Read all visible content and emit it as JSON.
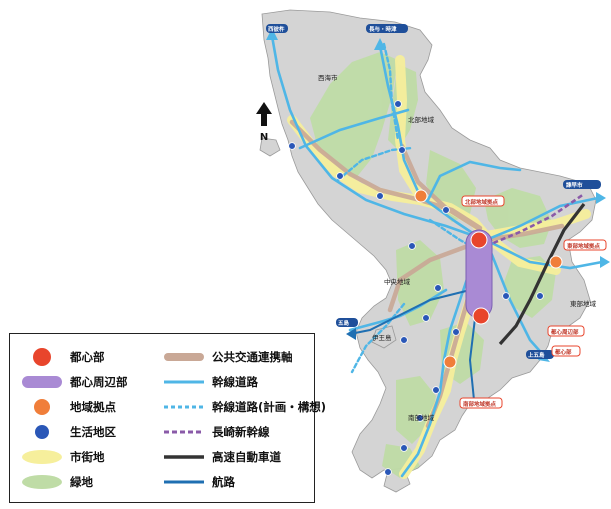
{
  "legend": {
    "items": [
      {
        "key": "toshinbu",
        "label": "都心部",
        "color": "#e8452c"
      },
      {
        "key": "shuhenbu",
        "label": "都心周辺部",
        "color": "#a98ad4"
      },
      {
        "key": "chiikikyoten",
        "label": "地域拠点",
        "color": "#f07e3a"
      },
      {
        "key": "seikatsu",
        "label": "生活地区",
        "color": "#2a57b7"
      },
      {
        "key": "shigaichi",
        "label": "市街地",
        "color": "#f6ef9c"
      },
      {
        "key": "ryokuchi",
        "label": "緑地",
        "color": "#bfdca6"
      },
      {
        "key": "kokyo",
        "label": "公共交通連携軸",
        "color": "#c9a896"
      },
      {
        "key": "kansen",
        "label": "幹線道路",
        "color": "#4fb6e6"
      },
      {
        "key": "kansen_keikaku",
        "label": "幹線道路(計画・構想)",
        "color": "#4fb6e6"
      },
      {
        "key": "shinkansen",
        "label": "長崎新幹線",
        "color": "#8a5aa8"
      },
      {
        "key": "kosoku",
        "label": "高速自動車道",
        "color": "#333333"
      },
      {
        "key": "koro",
        "label": "航路",
        "color": "#1f6fb2"
      }
    ]
  },
  "compass": {
    "label": "N"
  },
  "map": {
    "regions": {
      "north": "北部地域",
      "central": "中央地域",
      "east": "東部地域",
      "south": "南部地域",
      "iojima": "伊王島",
      "saikai": "西海市"
    },
    "tags": {
      "top_left": "西彼杵",
      "top_mid": "長与・時津",
      "right_top": "諫早市",
      "left_mid": "五島",
      "bottom_mid": "上五島"
    },
    "boxes": {
      "north_hub": "北部地域拠点",
      "east_hub": "東部地域拠点",
      "toshin_shuhen": "都心周辺部",
      "toshin": "都心部",
      "south_hub": "南部地域拠点"
    }
  }
}
